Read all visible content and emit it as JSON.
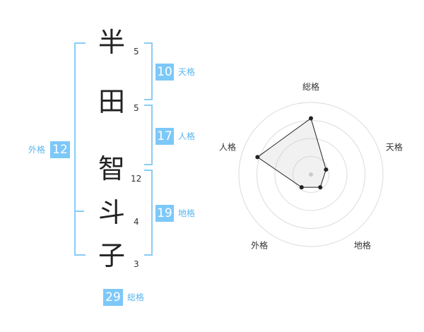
{
  "name": {
    "chars": [
      {
        "char": "半",
        "strokes": "5"
      },
      {
        "char": "田",
        "strokes": "5"
      },
      {
        "char": "智",
        "strokes": "12"
      },
      {
        "char": "斗",
        "strokes": "4"
      },
      {
        "char": "子",
        "strokes": "3"
      }
    ]
  },
  "fortune": {
    "tenkaku": {
      "value": "10",
      "label": "天格"
    },
    "jinkaku": {
      "value": "17",
      "label": "人格"
    },
    "chikaku": {
      "value": "19",
      "label": "地格"
    },
    "gaikaku": {
      "value": "12",
      "label": "外格"
    },
    "soukaku": {
      "value": "29",
      "label": "総格"
    }
  },
  "colors": {
    "accent": "#7cc8f8",
    "label": "#5bb6ee",
    "bracket": "#88cdf6"
  },
  "chart_data": {
    "type": "radar",
    "axes": [
      "総格",
      "天格",
      "地格",
      "外格",
      "人格"
    ],
    "values": [
      0.78,
      0.22,
      0.22,
      0.22,
      0.78
    ],
    "rings": 4,
    "legend": "none"
  }
}
